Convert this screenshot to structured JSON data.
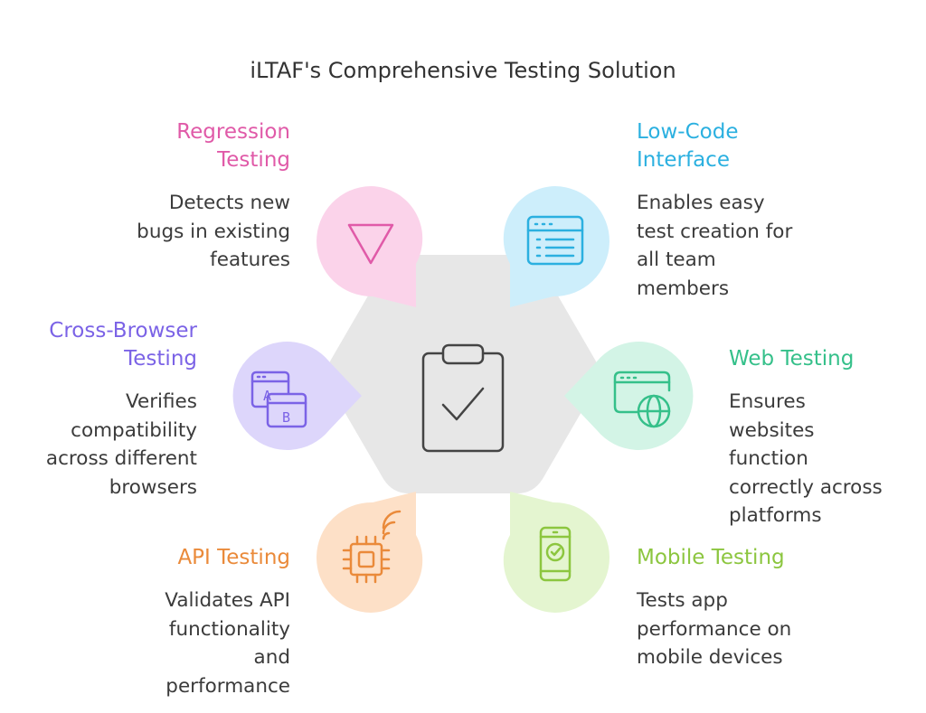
{
  "title": "iLTAF's Comprehensive Testing Solution",
  "center_icon": "clipboard-check-icon",
  "items": [
    {
      "heading": "Regression\nTesting",
      "description": "Detects new\nbugs in existing\nfeatures",
      "color": "#e05aa8",
      "fill": "#fbd3ea",
      "icon": "triangle-down-icon"
    },
    {
      "heading": "Low-Code\nInterface",
      "description": "Enables easy\ntest creation for\nall team\nmembers",
      "color": "#2bb0e0",
      "fill": "#cdeefb",
      "icon": "browser-list-icon"
    },
    {
      "heading": "Cross-Browser\nTesting",
      "description": "Verifies\ncompatibility\nacross different\nbrowsers",
      "color": "#7b63e6",
      "fill": "#ddd6fb",
      "icon": "browser-ab-icon"
    },
    {
      "heading": "Web Testing",
      "description": "Ensures\nwebsites\nfunction\ncorrectly across\nplatforms",
      "color": "#35c08a",
      "fill": "#d3f4e6",
      "icon": "browser-globe-icon"
    },
    {
      "heading": "API Testing",
      "description": "Validates API\nfunctionality\nand\nperformance",
      "color": "#ea8a3a",
      "fill": "#fde0c7",
      "icon": "chip-signal-icon"
    },
    {
      "heading": "Mobile Testing",
      "description": "Tests app\nperformance on\nmobile devices",
      "color": "#8cc63f",
      "fill": "#e4f5d0",
      "icon": "mobile-check-icon"
    }
  ]
}
